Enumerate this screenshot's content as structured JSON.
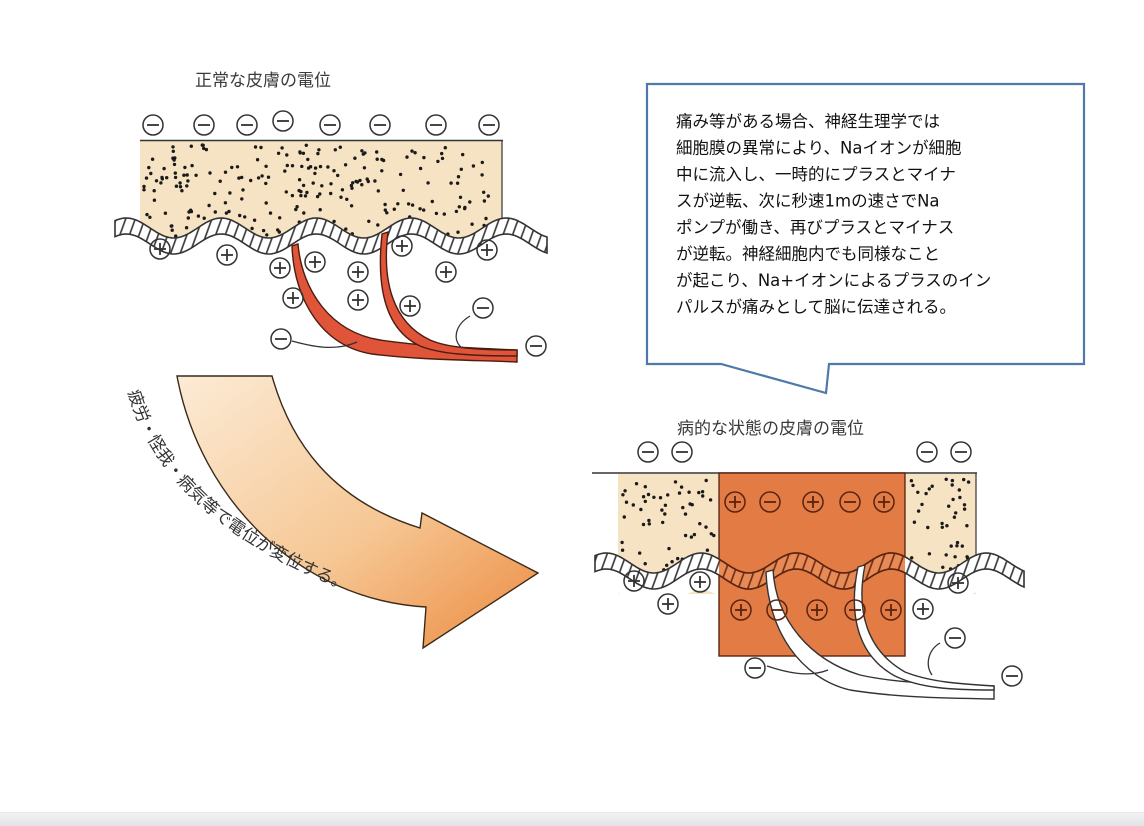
{
  "normal": {
    "title": "正常な皮膚の電位",
    "surface_charges": [
      "-",
      "-",
      "-",
      "-",
      "-",
      "-",
      "-",
      "-"
    ],
    "below_charges": [
      "+",
      "+",
      "+",
      "+",
      "+",
      "+",
      "+",
      "+",
      "+",
      "+",
      "+",
      "+",
      "+"
    ],
    "nerve_charges": [
      "-",
      "-",
      "-"
    ]
  },
  "callout": {
    "lines": [
      "痛み等がある場合、神経生理学では",
      "細胞膜の異常により、Naイオンが細胞",
      "中に流入し、一時的にプラスとマイナ",
      "スが逆転、次に秒速1mの速さでNa",
      "ポンプが働き、再びプラスとマイナス",
      "が逆転。神経細胞内でも同様なこと",
      "が起こり、Na+イオンによるプラスのイン",
      "パルスが痛みとして脳に伝達される。"
    ]
  },
  "arrow": {
    "label": "疲労・怪我・病気等で電位が変位する。"
  },
  "abnormal": {
    "title": "病的な状態の皮膚の電位",
    "surface_charges": [
      "-",
      "-",
      "-",
      "-"
    ],
    "lesion_top_charges": [
      "+",
      "-",
      "+",
      "-",
      "+"
    ],
    "lesion_bottom_charges": [
      "+",
      "-",
      "+",
      "-",
      "+"
    ],
    "outside_charges": [
      "+",
      "+",
      "+",
      "+",
      "+",
      "+"
    ],
    "nerve_charges": [
      "-",
      "-",
      "-"
    ]
  },
  "colors": {
    "skin": "#f6e3c4",
    "lesion": "#e37b45",
    "nerve": "#e0553a",
    "callout_border": "#4f79a8",
    "arrow_light": "#fbe6cc",
    "arrow_dark": "#ec8f45"
  }
}
